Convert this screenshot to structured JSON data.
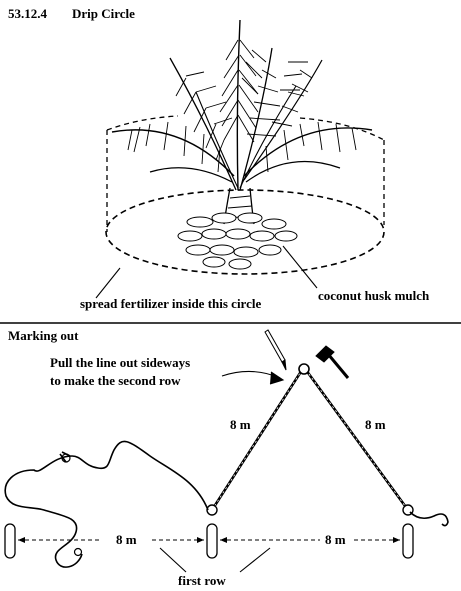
{
  "top_panel": {
    "figure_number": "53.12.4",
    "title": "Drip Circle",
    "label_fertilizer": "spread fertilizer inside this circle",
    "label_mulch": "coconut husk  mulch"
  },
  "bottom_panel": {
    "title": "Marking out",
    "instruction_line1": "Pull the line out sideways",
    "instruction_line2": "to make the second row",
    "label_left_diagonal": "8 m",
    "label_right_diagonal": "8 m",
    "label_left_span": "8 m",
    "label_right_span": "8 m",
    "label_first_row": "first row"
  }
}
